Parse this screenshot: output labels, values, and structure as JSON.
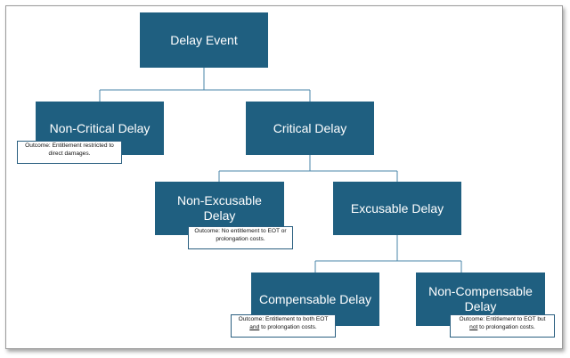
{
  "nodes": {
    "delay_event": "Delay Event",
    "non_critical": "Non-Critical Delay",
    "critical": "Critical Delay",
    "non_excusable": "Non-Excusable Delay",
    "excusable": "Excusable Delay",
    "compensable": "Compensable Delay",
    "non_compensable": "Non-Compensable Delay"
  },
  "notes": {
    "non_critical": {
      "line1": "Outcome: Entitlement restricted to",
      "line2": "direct damages."
    },
    "non_excusable": {
      "line1": "Outcome: No entitlement to EOT or",
      "line2": "prolongation costs."
    },
    "compensable": {
      "line1": "Outcome: Entitlement to both EOT",
      "line2_underlined": "and",
      "line2_rest": " to prolongation costs."
    },
    "non_compensable": {
      "line1": "Outcome: Entitlement to EOT but",
      "line2_underlined": "not",
      "line2_rest": " to prolongation costs."
    }
  },
  "colors": {
    "node_fill": "#1f5f80",
    "connector": "#4a86a8",
    "note_border": "#2a5f80"
  }
}
